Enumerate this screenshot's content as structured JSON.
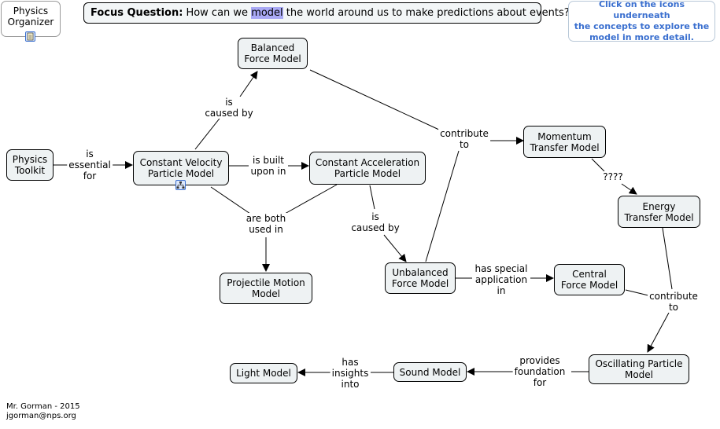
{
  "focus": {
    "label": "Focus Question:",
    "pre": "How can we ",
    "highlight": "model",
    "post": " the world around us to make predictions about events?"
  },
  "help": "Click on the icons underneath\nthe concepts to explore the\nmodel in more detail.",
  "credit": "Mr. Gorman - 2015\n jgorman@nps.org",
  "nodes": {
    "physics_organizer": "Physics\nOrganizer",
    "balanced_force": "Balanced\nForce Model",
    "physics_toolkit": "Physics\nToolkit",
    "constant_velocity": "Constant Velocity\nParticle Model",
    "constant_acceleration": "Constant Acceleration\nParticle Model",
    "momentum_transfer": "Momentum\nTransfer Model",
    "energy_transfer": "Energy\nTransfer Model",
    "projectile_motion": "Projectile Motion\nModel",
    "unbalanced_force": "Unbalanced\nForce Model",
    "central_force": "Central\nForce Model",
    "oscillating_particle": "Oscillating Particle\nModel",
    "sound": "Sound Model",
    "light": "Light Model"
  },
  "links": {
    "is_essential_for": "is\nessential\nfor",
    "is_caused_by_1": "is\ncaused by",
    "is_built_upon_in": "is built\nupon in",
    "contribute_to_1": "contribute\nto",
    "q4": "????",
    "are_both_used_in": "are both\nused in",
    "is_caused_by_2": "is\ncaused by",
    "has_special_application_in": "has special\napplication\nin",
    "contribute_to_2": "contribute\nto",
    "provides_foundation_for": "provides\nfoundation\nfor",
    "has_insights_into": "has\ninsights\ninto"
  },
  "icons": [
    "document-icon",
    "network-icon"
  ]
}
